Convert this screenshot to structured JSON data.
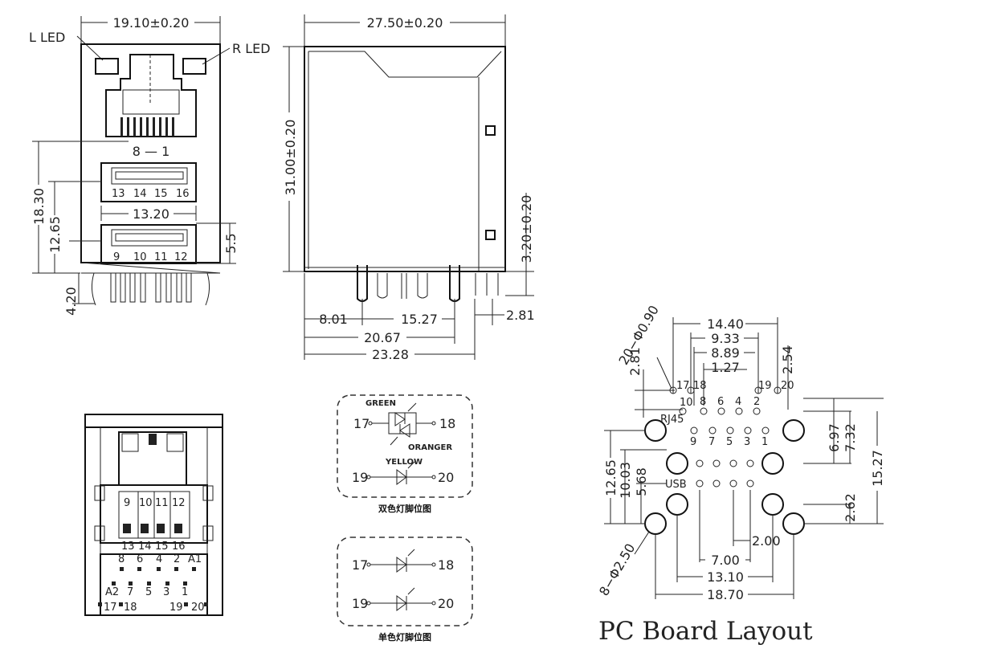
{
  "front_view": {
    "l_led": "L LED",
    "r_led": "R LED",
    "width": "19.10±0.20",
    "rj45_pins": "8 — 1",
    "usb_top_pins": [
      "13",
      "14",
      "15",
      "16"
    ],
    "usb_bottom_pins": [
      "9",
      "10",
      "11",
      "12"
    ],
    "usb_width": "13.20",
    "h_18_30": "18.30",
    "h_12_65": "12.65",
    "h_5_5": "5.5",
    "h_4_20": "4.20"
  },
  "side_view": {
    "width": "27.50±0.20",
    "height": "31.00±0.20",
    "leg_height": "3.20±0.20",
    "d_8_01": "8.01",
    "d_15_27": "15.27",
    "d_2_81": "2.81",
    "d_20_67": "20.67",
    "d_23_28": "23.28"
  },
  "bottom_view": {
    "usb_pins_top": [
      "9",
      "10",
      "11",
      "12"
    ],
    "usb_pins_bottom": [
      "13",
      "14",
      "15",
      "16"
    ],
    "row1": [
      "8",
      "6",
      "4",
      "2",
      "A1"
    ],
    "row2": [
      "A2",
      "7",
      "5",
      "3",
      "1"
    ],
    "led_left": "17",
    "led_left2": "18",
    "led_right": "19",
    "led_right2": "20"
  },
  "bicolor": {
    "green": "GREEN",
    "orange": "ORANGER",
    "yellow": "YELLOW",
    "p17": "17",
    "p18": "18",
    "p19": "19",
    "p20": "20",
    "caption": "双色灯脚位图"
  },
  "monocolor": {
    "p17": "17",
    "p18": "18",
    "p19": "19",
    "p20": "20",
    "caption": "单色灯脚位图"
  },
  "pcb": {
    "title": "PC Board Layout",
    "d_14_40": "14.40",
    "d_9_33": "9.33",
    "d_8_89": "8.89",
    "d_1_27": "1.27",
    "d_2_81": "2.81",
    "d_2_54": "2.54",
    "hole_small": "20−Φ0.90",
    "hole_large": "8−Φ2.50",
    "pins_top": [
      "17",
      "18",
      "19",
      "20"
    ],
    "pins_row1": [
      "10",
      "8",
      "6",
      "4",
      "2"
    ],
    "pins_row2": [
      "9",
      "7",
      "5",
      "3",
      "1"
    ],
    "rj45": "RJ45",
    "usb": "USB",
    "d_6_97": "6.97",
    "d_7_32": "7.32",
    "d_15_27": "15.27",
    "d_2_62": "2.62",
    "d_12_65": "12.65",
    "d_10_03": "10.03",
    "d_5_68": "5.68",
    "d_2_00": "2.00",
    "d_7_00": "7.00",
    "d_13_10": "13.10",
    "d_18_70": "18.70"
  }
}
